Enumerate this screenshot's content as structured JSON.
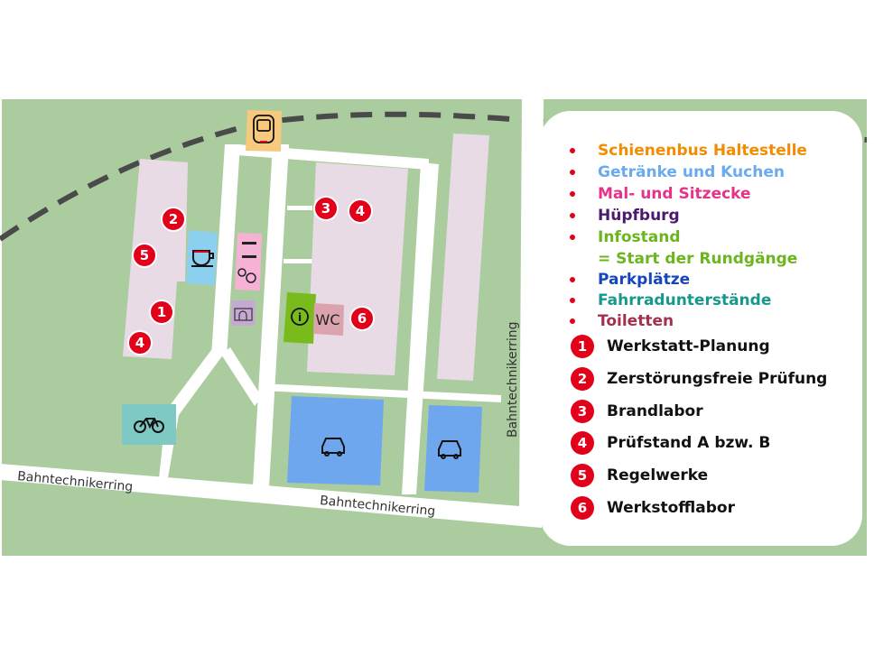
{
  "map": {
    "street_labels": [
      "Bahntechnikerring",
      "Bahntechnikerring",
      "Bahntechnikerring"
    ],
    "wc_label": "WC",
    "info_label": "i",
    "markers": [
      "2",
      "5",
      "1",
      "4",
      "3",
      "4",
      "6"
    ]
  },
  "legend": {
    "items": [
      {
        "label": "Schienenbus Haltestelle",
        "color": "#f28c00"
      },
      {
        "label": "Getränke und Kuchen",
        "color": "#6aaaf0"
      },
      {
        "label": "Mal- und Sitzecke",
        "color": "#e6338a"
      },
      {
        "label": "Hüpfburg",
        "color": "#4b1a6e"
      },
      {
        "label": "Infostand",
        "color": "#6cb51e"
      },
      {
        "label": "= Start der Rundgänge",
        "color": "#6cb51e"
      },
      {
        "label": "Parkplätze",
        "color": "#1446c0"
      },
      {
        "label": "Fahrradunterstände",
        "color": "#17988c"
      },
      {
        "label": "Toiletten",
        "color": "#a3304e"
      }
    ],
    "numbered": [
      {
        "num": "1",
        "label": "Werkstatt-Planung"
      },
      {
        "num": "2",
        "label": "Zerstörungsfreie Prüfung"
      },
      {
        "num": "3",
        "label": "Brandlabor"
      },
      {
        "num": "4",
        "label": "Prüfstand A bzw. B"
      },
      {
        "num": "5",
        "label": "Regelwerke"
      },
      {
        "num": "6",
        "label": "Werkstofflabor"
      }
    ]
  }
}
